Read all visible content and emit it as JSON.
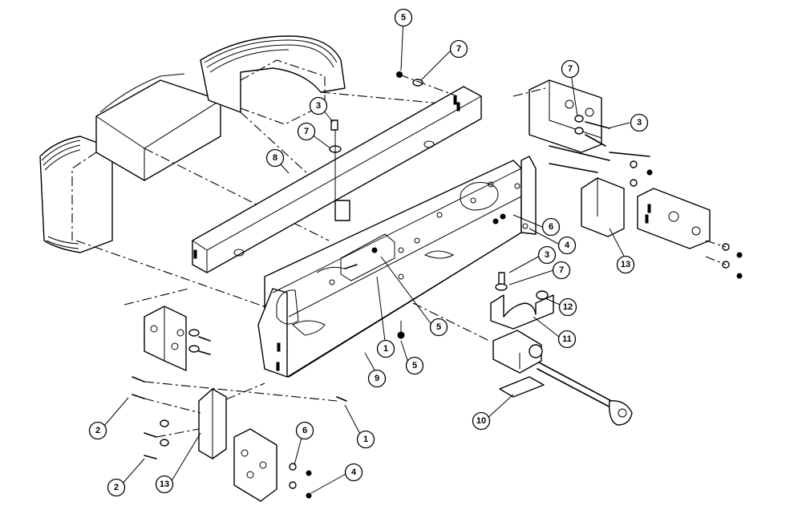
{
  "callouts": [
    {
      "label": "5"
    },
    {
      "label": "7"
    },
    {
      "label": "3"
    },
    {
      "label": "7"
    },
    {
      "label": "7"
    },
    {
      "label": "3"
    },
    {
      "label": "8"
    },
    {
      "label": "6"
    },
    {
      "label": "4"
    },
    {
      "label": "13"
    },
    {
      "label": "3"
    },
    {
      "label": "7"
    },
    {
      "label": "12"
    },
    {
      "label": "11"
    },
    {
      "label": "1"
    },
    {
      "label": "5"
    },
    {
      "label": "5"
    },
    {
      "label": "9"
    },
    {
      "label": "1"
    },
    {
      "label": "2"
    },
    {
      "label": "2"
    },
    {
      "label": "13"
    },
    {
      "label": "6"
    },
    {
      "label": "4"
    },
    {
      "label": "10"
    }
  ]
}
